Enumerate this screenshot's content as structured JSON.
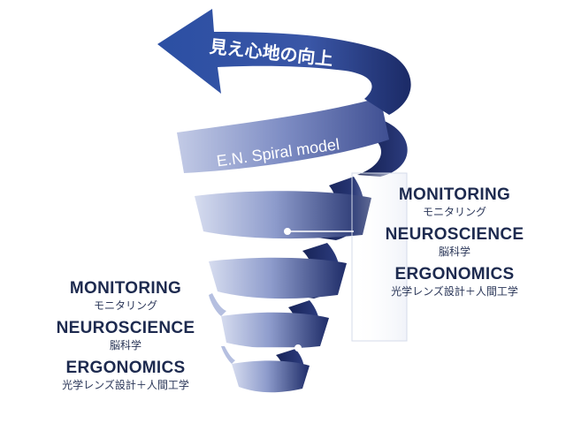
{
  "arrow_label": "見え心地の向上",
  "model_label": "E.N. Spiral model",
  "right_block": {
    "items": [
      {
        "en": "MONITORING",
        "jp": "モニタリング"
      },
      {
        "en": "NEUROSCIENCE",
        "jp": "脳科学"
      },
      {
        "en": "ERGONOMICS",
        "jp": "光学レンズ設計＋人間工学"
      }
    ]
  },
  "left_block": {
    "items": [
      {
        "en": "MONITORING",
        "jp": "モニタリング"
      },
      {
        "en": "NEUROSCIENCE",
        "jp": "脳科学"
      },
      {
        "en": "ERGONOMICS",
        "jp": "光学レンズ設計＋人間工学"
      }
    ]
  },
  "colors": {
    "navy": "#1b2a66",
    "light": "#a8b4db",
    "text": "#1d2a4f"
  }
}
